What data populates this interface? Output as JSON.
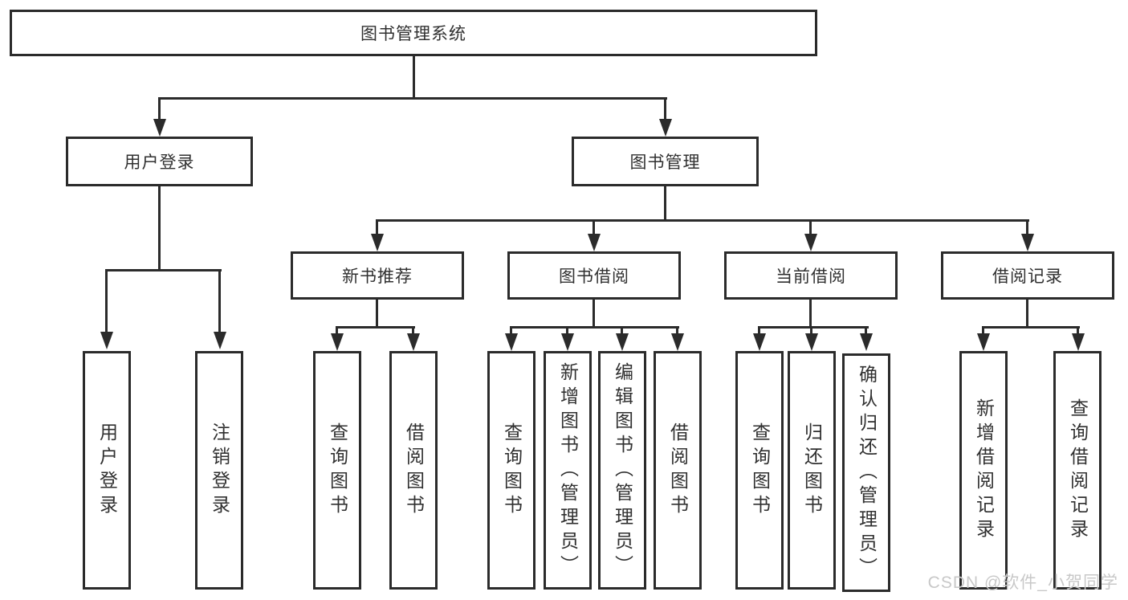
{
  "diagram": {
    "root": {
      "label": "图书管理系统"
    },
    "level2": [
      {
        "label": "用户登录"
      },
      {
        "label": "图书管理"
      }
    ],
    "level3": [
      {
        "label": "新书推荐"
      },
      {
        "label": "图书借阅"
      },
      {
        "label": "当前借阅"
      },
      {
        "label": "借阅记录"
      }
    ],
    "leaves": {
      "login": [
        "用户登录",
        "注销登录"
      ],
      "newbook": [
        "查询图书",
        "借阅图书"
      ],
      "borrow": [
        "查询图书",
        "新增图书（管理员）",
        "编辑图书（管理员）",
        "借阅图书"
      ],
      "current": [
        "查询图书",
        "归还图书",
        "确认归还（管理员）"
      ],
      "records": [
        "新增借阅记录",
        "查询借阅记录"
      ]
    }
  },
  "watermark": {
    "text": "CSDN @软件_小贺同学"
  },
  "colors": {
    "line": "#2b2b2b",
    "text": "#303030",
    "watermark": "#c8c8c8",
    "background": "#ffffff"
  }
}
